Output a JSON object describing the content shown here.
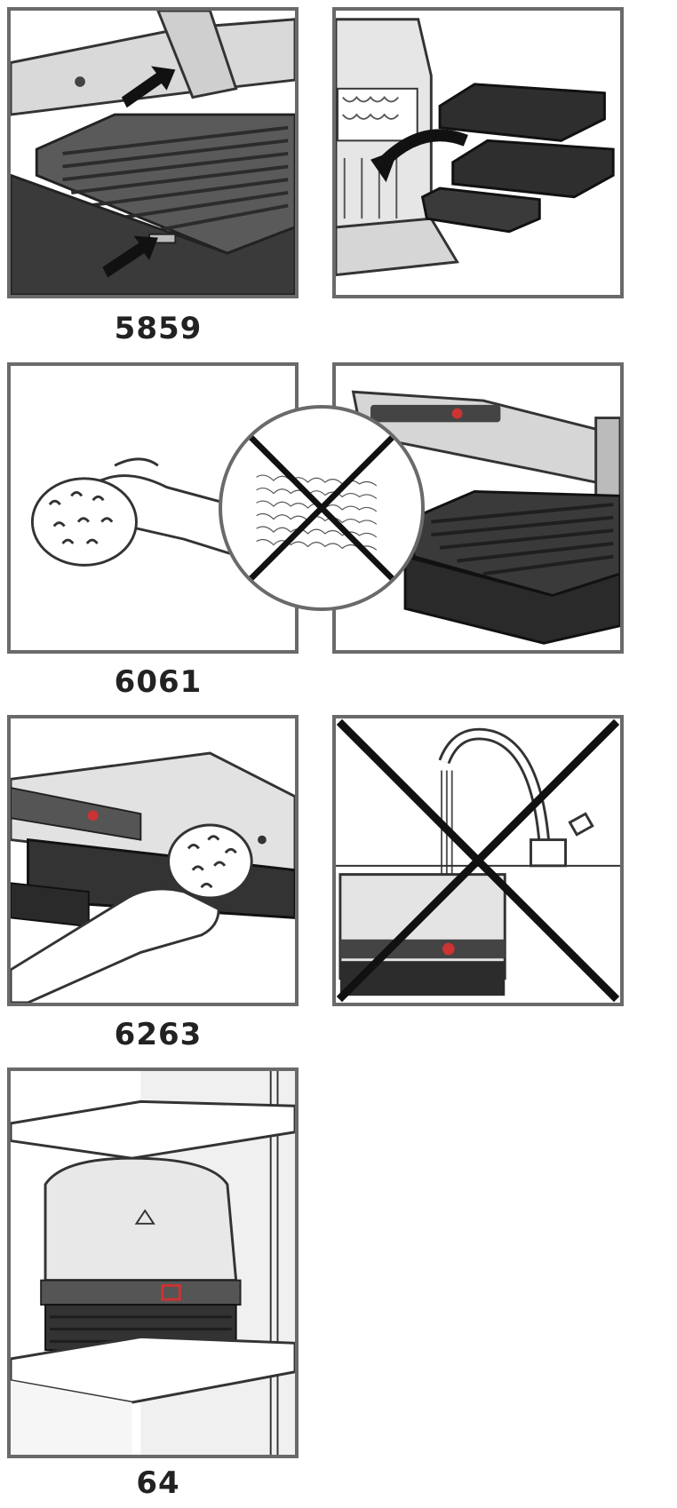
{
  "manual": {
    "captions": [
      "5859",
      "6061",
      "6263",
      "64"
    ]
  },
  "icons": {
    "remove_plates": "arrow-icon",
    "dishwasher": "dishwasher-icon",
    "wipe": "sponge-icon",
    "no_scouring": "prohibited-icon",
    "no_water": "prohibited-icon"
  }
}
